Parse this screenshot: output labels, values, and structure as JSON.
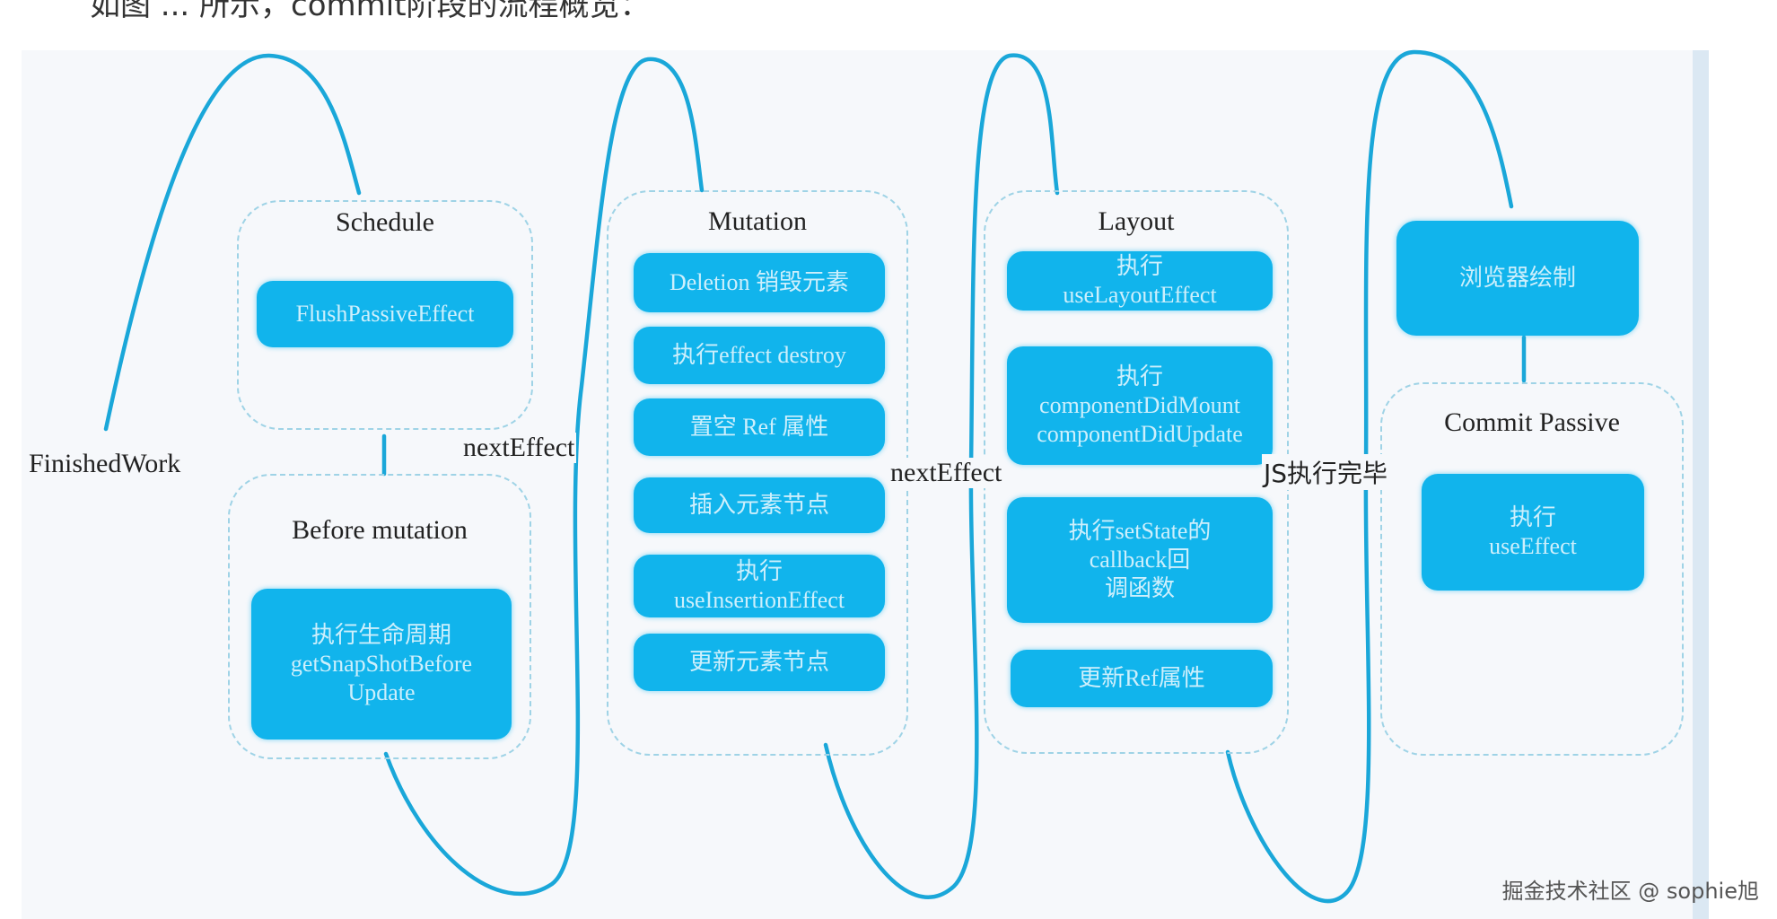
{
  "caption": "如图 ... 所示，commit阶段的流程概览：",
  "labels": {
    "finished_work": "FinishedWork",
    "next_effect_1": "nextEffect",
    "next_effect_2": "nextEffect",
    "js_done": "JS执行完毕"
  },
  "stages": {
    "schedule": {
      "title": "Schedule",
      "items": [
        "FlushPassiveEffect"
      ]
    },
    "before_mutation": {
      "title": "Before mutation",
      "items": [
        "执行生命周期\ngetSnapShotBefore\nUpdate"
      ]
    },
    "mutation": {
      "title": "Mutation",
      "items": [
        "Deletion 销毁元素",
        "执行effect destroy",
        "置空 Ref 属性",
        "插入元素节点",
        "执行\nuseInsertionEffect",
        "更新元素节点"
      ]
    },
    "layout": {
      "title": "Layout",
      "items": [
        "执行\nuseLayoutEffect",
        "执行\ncomponentDidMount\ncomponentDidUpdate",
        "执行setState的\ncallback回\n调函数",
        "更新Ref属性"
      ]
    },
    "browser": {
      "items": [
        "浏览器绘制"
      ]
    },
    "commit_passive": {
      "title": "Commit Passive",
      "items": [
        "执行\nuseEffect"
      ]
    }
  },
  "colors": {
    "box_fill": "#11b4ec",
    "box_text": "#cdeffc",
    "curve": "#1aa7d9",
    "dashed_border": "#9fd3e6"
  },
  "watermark": "掘金技术社区 @ sophie旭"
}
